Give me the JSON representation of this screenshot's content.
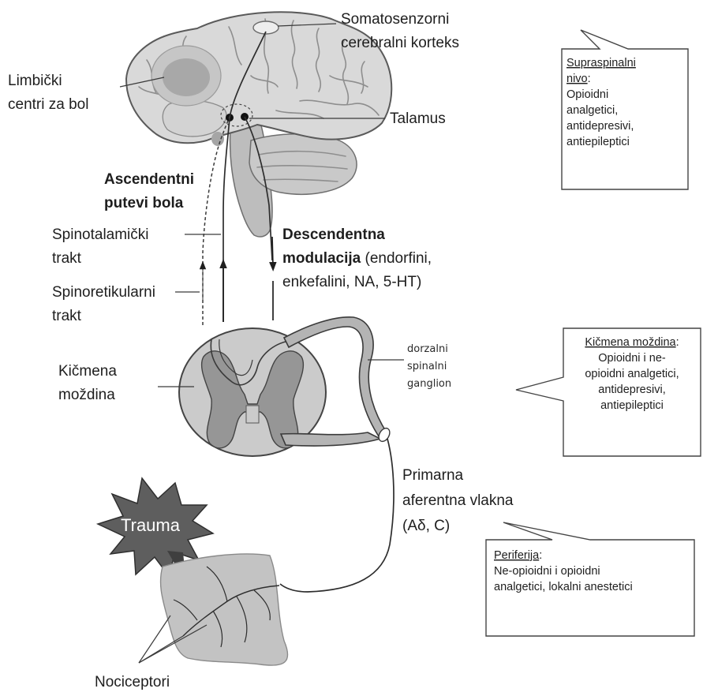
{
  "labels": {
    "somatosensory_line1": "Somatosenzorni",
    "somatosensory_line2": "cerebralni korteks",
    "limbic_line1": "Limbički",
    "limbic_line2": "centri za bol",
    "thalamus": "Talamus",
    "ascending_line1": "Ascendentni",
    "ascending_line2": "putevi bola",
    "spinothalamic_line1": "Spinotalamički",
    "spinothalamic_line2": "trakt",
    "spinoreticular_line1": "Spinoretikularni",
    "spinoreticular_line2": "trakt",
    "descending_bold_line1": "Descendentna",
    "descending_bold_line2": "modulacija",
    "descending_rest_line2": " (endorfini,",
    "descending_line3": "enkefalini, NA, 5-HT)",
    "spinal_cord_line1": "Kičmena",
    "spinal_cord_line2": "moždina",
    "drg_line1": "dorzalni",
    "drg_line2": "spinalni",
    "drg_line3": "ganglion",
    "primary_line1": "Primarna",
    "primary_line2": "aferentna vlakna",
    "primary_line3": "(Aδ, C)",
    "trauma": "Trauma",
    "nociceptors": "Nociceptori"
  },
  "callouts": {
    "supraspinal": {
      "title_line1": "Supraspinalni",
      "title_line2": "nivo",
      "colon": ":",
      "lines": [
        "Opioidni",
        "analgetici,",
        "antidepresivi,",
        "antiepileptici"
      ]
    },
    "spinal": {
      "title": "Kičmena moždina",
      "colon": ":",
      "lines": [
        "Opioidni i ne-",
        "opioidni analgetici,",
        "antidepresivi,",
        "antiepileptici"
      ]
    },
    "periphery": {
      "title": "Periferija",
      "colon": ":",
      "lines": [
        "Ne-opioidni i opioidni",
        "analgetici, lokalni anestetici"
      ]
    }
  }
}
